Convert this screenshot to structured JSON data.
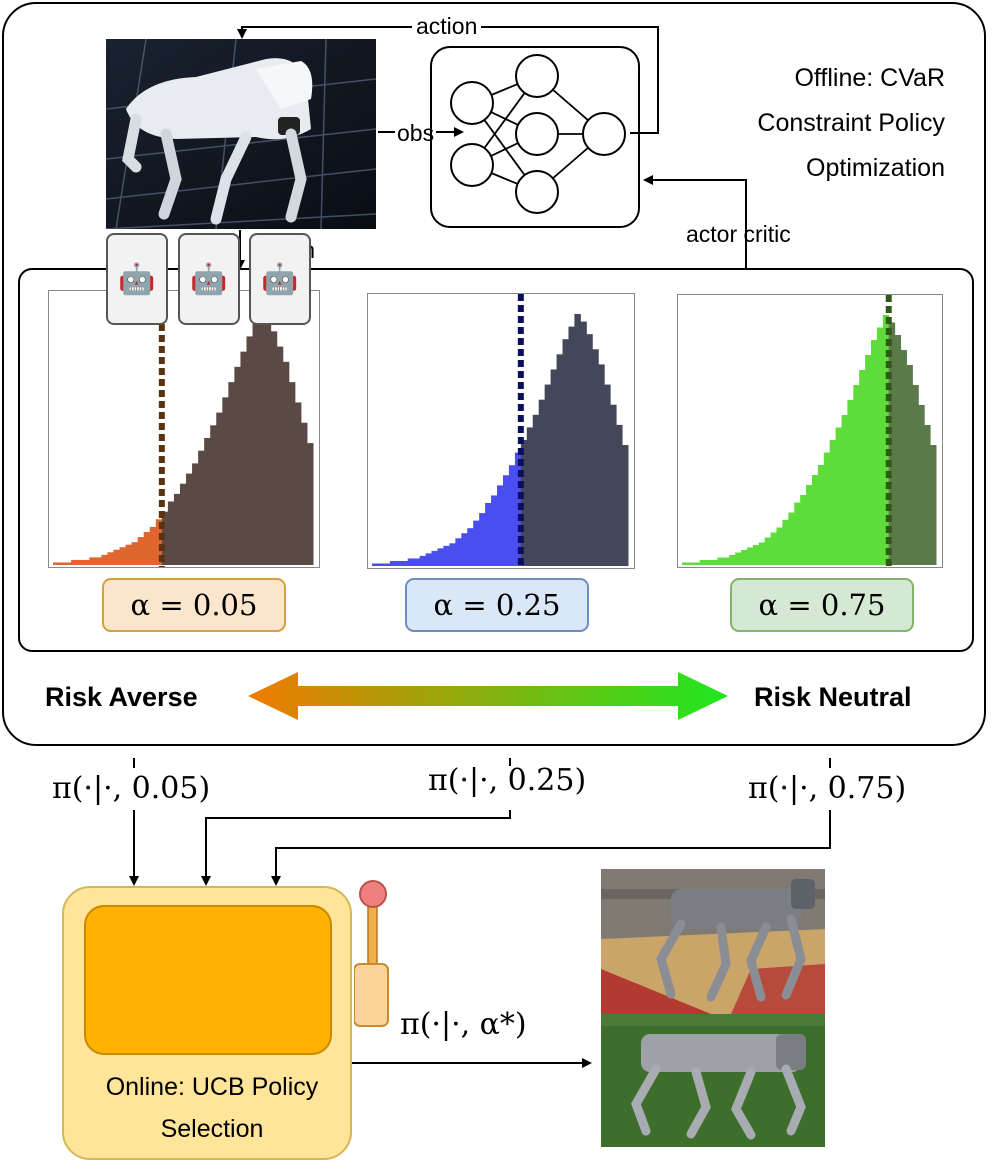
{
  "top_labels": {
    "action": "action",
    "obs": "obs",
    "return": "return",
    "actor_critic": "actor critic",
    "offline_line1": "Offline: CVaR",
    "offline_line2": "Constraint Policy",
    "offline_line3": "Optimization"
  },
  "histograms": [
    {
      "alpha_label": "α = 0.05",
      "tail_color": "#e0662f",
      "body_color": "#5b4a44",
      "line_color": "#5a3310",
      "box_bg": "#fce5cd",
      "box_border": "#d6a03c",
      "cut_fraction": 0.42
    },
    {
      "alpha_label": "α = 0.25",
      "tail_color": "#4a4ef0",
      "body_color": "#44475a",
      "line_color": "#0a0e5e",
      "box_bg": "#dae7f6",
      "box_border": "#6c8ebf",
      "cut_fraction": 0.58
    },
    {
      "alpha_label": "α = 0.75",
      "tail_color": "#5ddc3a",
      "body_color": "#5a7a4a",
      "line_color": "#2f5a15",
      "box_bg": "#d5e8d4",
      "box_border": "#82b366",
      "cut_fraction": 0.82
    }
  ],
  "risk": {
    "left": "Risk Averse",
    "right": "Risk Neutral",
    "gradient_left": "#f07a00",
    "gradient_right": "#1ee81e"
  },
  "policies": {
    "p1": "π(·|·, 0.05)",
    "p2": "π(·|·, 0.25)",
    "p3": "π(·|·, 0.75)",
    "selected": "π(·|·, α*)"
  },
  "online": {
    "line1": "Online: UCB Policy",
    "line2": "Selection",
    "reel_icon": "🤖",
    "machine_color": "#ffe599",
    "machine_border": "#d6b656",
    "reel_panel_color": "#ffb000"
  }
}
